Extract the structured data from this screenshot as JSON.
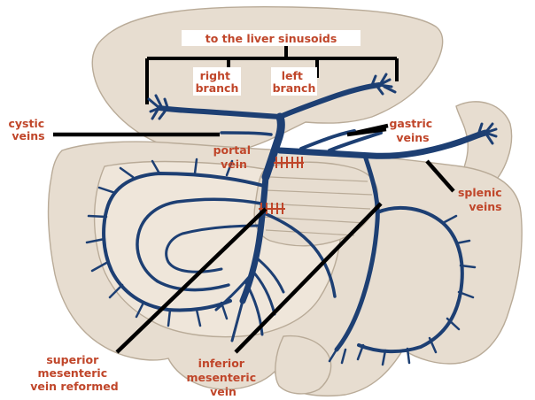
{
  "colors": {
    "label": "#c0462a",
    "vein": "#1d3f73",
    "organ": "#e7ddd0",
    "pointer": "#000000"
  },
  "labels": {
    "sinusoids": "to the liver sinusoids",
    "right_branch": [
      "right",
      "branch"
    ],
    "left_branch": [
      "left",
      "branch"
    ],
    "cystic_veins": [
      "cystic",
      "veins"
    ],
    "gastric_veins": [
      "gastric",
      "veins"
    ],
    "portal_vein": [
      "portal",
      "vein"
    ],
    "splenic_veins": [
      "splenic",
      "veins"
    ],
    "superior_mesenteric": [
      "superior",
      "mesenteric",
      "vein reformed"
    ],
    "inferior_mesenteric": [
      "inferior",
      "mesenteric",
      "vein"
    ]
  }
}
